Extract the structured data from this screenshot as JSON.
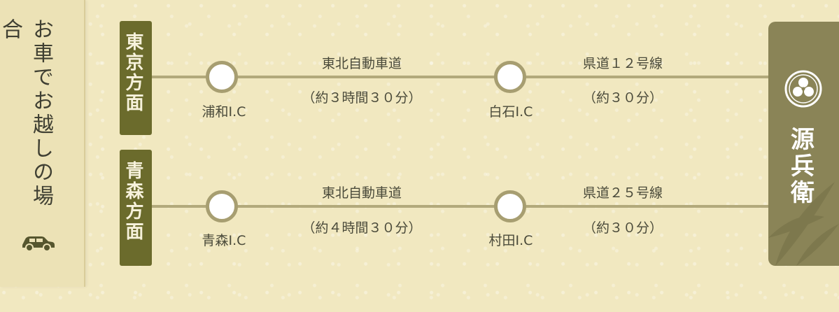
{
  "side": {
    "title": "お車でお越しの場合",
    "icon": "car-icon"
  },
  "routes": [
    {
      "direction": "東京方面",
      "start_ic": "浦和I.C",
      "seg1_name": "東北自動車道",
      "seg1_time": "（約３時間３０分）",
      "mid_ic": "白石I.C",
      "seg2_name": "県道１２号線",
      "seg2_time": "（約３０分）"
    },
    {
      "direction": "青森方面",
      "start_ic": "青森I.C",
      "seg1_name": "東北自動車道",
      "seg1_time": "（約４時間３０分）",
      "mid_ic": "村田I.C",
      "seg2_name": "県道２５号線",
      "seg2_time": "（約３０分）"
    }
  ],
  "destination": {
    "name": "源兵衛",
    "icon": "crest-icon"
  },
  "colors": {
    "background": "#f1e8c0",
    "label_bg": "#6b6b2c",
    "line": "#b2a97b",
    "destination_bg": "#8a8457"
  }
}
